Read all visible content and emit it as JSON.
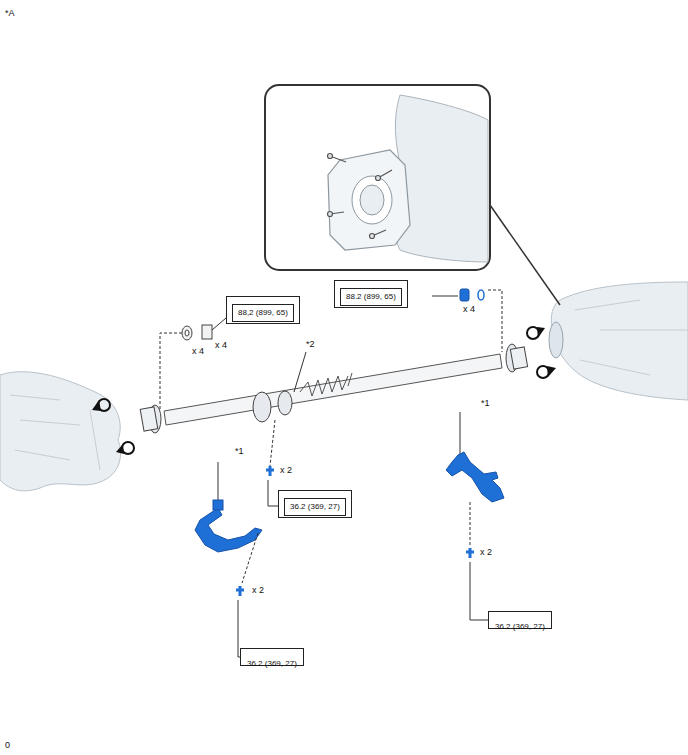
{
  "diagram": {
    "nodes": [
      {
        "text": [
          "88.2 (899, 65)"
        ]
      },
      {
        "text": [
          "88,2 (899, 65)"
        ]
      },
      {
        "text": [
          "36.2 (369, 27)"
        ]
      },
      {
        "text": [
          "36.2 (369, 27)"
        ]
      },
      {
        "text": [
          "36.2 (369, 27)"
        ]
      }
    ],
    "labels": [
      "*A",
      "x 4",
      "x 4",
      "x 4",
      "*2",
      "*1",
      "*1",
      "x 2",
      "x 2",
      "x 2",
      "0"
    ]
  }
}
